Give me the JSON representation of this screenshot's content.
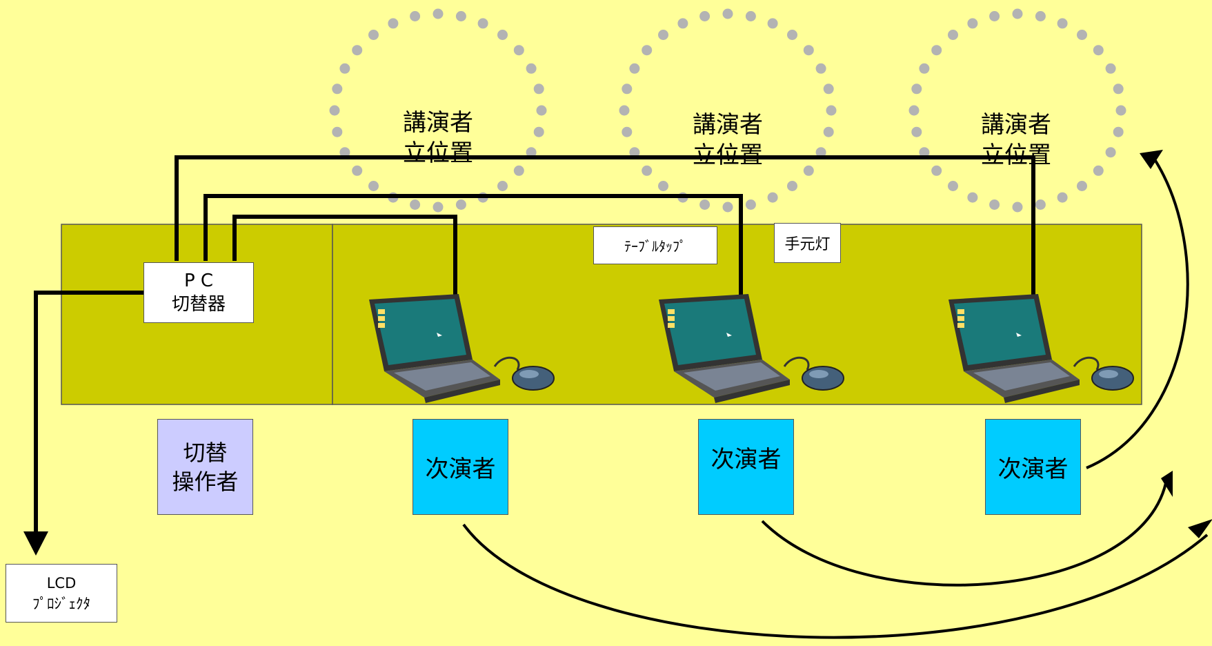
{
  "speaker_positions": [
    {
      "line1": "講演者",
      "line2": "立位置"
    },
    {
      "line1": "講演者",
      "line2": "立位置"
    },
    {
      "line1": "講演者",
      "line2": "立位置"
    }
  ],
  "pc_switcher": {
    "line1": "P C",
    "line2": "切替器"
  },
  "power_strip": "ﾃｰﾌﾞﾙﾀｯﾌﾟ",
  "hand_light": "手元灯",
  "switch_operator": {
    "line1": "切替",
    "line2": "操作者"
  },
  "next_presenters": [
    "次演者",
    "次演者",
    "次演者"
  ],
  "projector": {
    "line1": "LCD",
    "line2": "ﾌﾟﾛｼﾞｪｸﾀ"
  },
  "colors": {
    "background": "#ffff99",
    "table": "#cccc00",
    "next_presenter": "#00ccff",
    "operator": "#ccccff",
    "dots": "#b3b3b3"
  }
}
